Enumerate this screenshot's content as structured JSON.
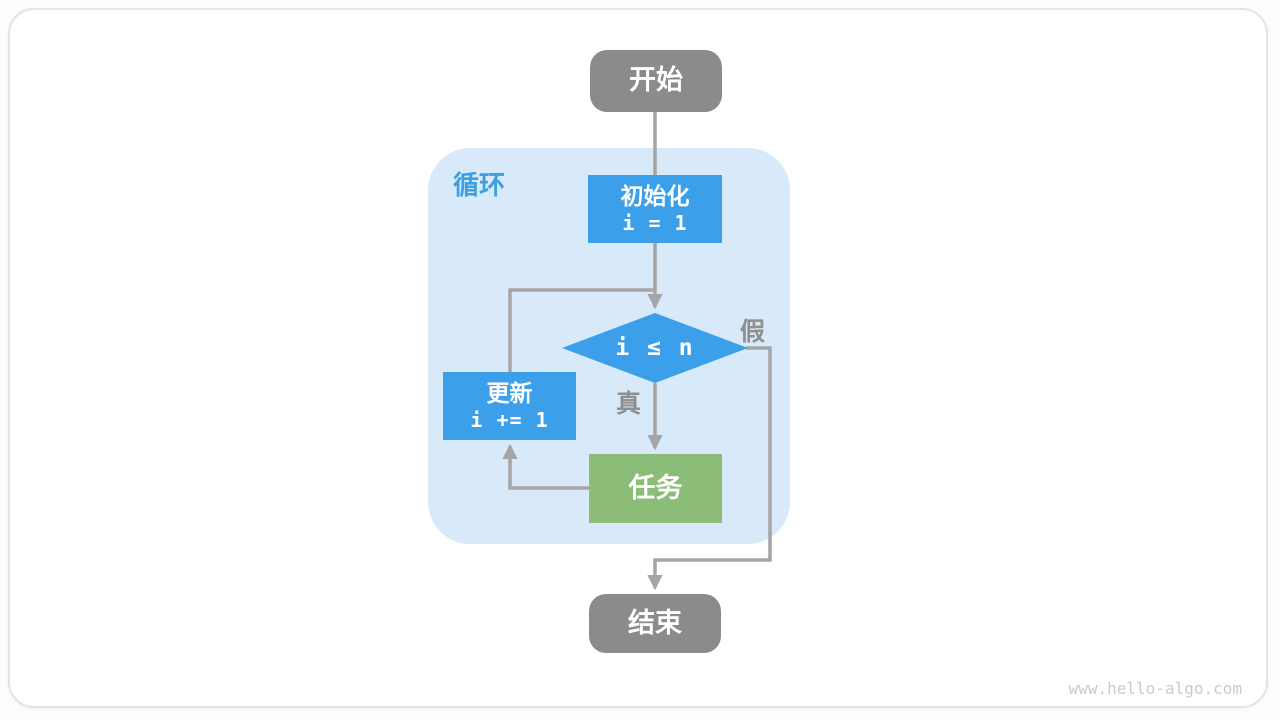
{
  "page": {
    "watermark": "www.hello-algo.com"
  },
  "flowchart": {
    "nodes": {
      "start": {
        "label": "开始"
      },
      "loop_region": {
        "label": "循环"
      },
      "init": {
        "title": "初始化",
        "code": "i = 1"
      },
      "condition": {
        "code": "i ≤ n"
      },
      "update": {
        "title": "更新",
        "code": "i += 1"
      },
      "task": {
        "label": "任务"
      },
      "end": {
        "label": "结束"
      }
    },
    "edge_labels": {
      "true_label": "真",
      "false_label": "假"
    },
    "edges": [
      {
        "from": "start",
        "to": "init",
        "label": ""
      },
      {
        "from": "init",
        "to": "condition",
        "label": ""
      },
      {
        "from": "condition",
        "to": "task",
        "label": "真"
      },
      {
        "from": "task",
        "to": "update",
        "label": ""
      },
      {
        "from": "update",
        "to": "condition",
        "label": ""
      },
      {
        "from": "condition",
        "to": "end",
        "label": "假"
      }
    ],
    "colors": {
      "node_blue": "#3BA0E9",
      "node_green": "#8BBD79",
      "node_gray": "#8B8B8B",
      "loop_bg": "#D8EAF9",
      "label_blue": "#3B9FE0",
      "label_gray": "#8F8F8F",
      "line_gray": "#A5A5A5",
      "watermark_gray": "#CBCBCB"
    }
  }
}
